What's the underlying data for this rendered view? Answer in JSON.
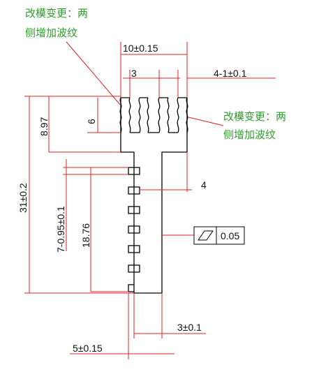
{
  "notes": {
    "left_line1": "改模变更：两",
    "left_line2": "侧增加波纹",
    "right_line1": "改模变更：两",
    "right_line2": "侧增加波纹"
  },
  "dimensions": {
    "top_width": "10±0.15",
    "fin_pitch": "3",
    "fin_count_thickness": "4-1±0.1",
    "fin_depth": "6",
    "top_height": "8.97",
    "overall_height": "31±0.2",
    "side_teeth": "7-0.95±0.1",
    "body_height": "18.76",
    "side_offset": "4",
    "base_width": "3±0.1",
    "base_outer": "5±0.15"
  },
  "tolerance_frame": {
    "symbol": "parallelogram-flatness",
    "value": "0.05"
  },
  "colors": {
    "dimension_lines": "#e02020",
    "outline": "#000000",
    "notes": "#2e9e2e",
    "text": "#111111"
  }
}
